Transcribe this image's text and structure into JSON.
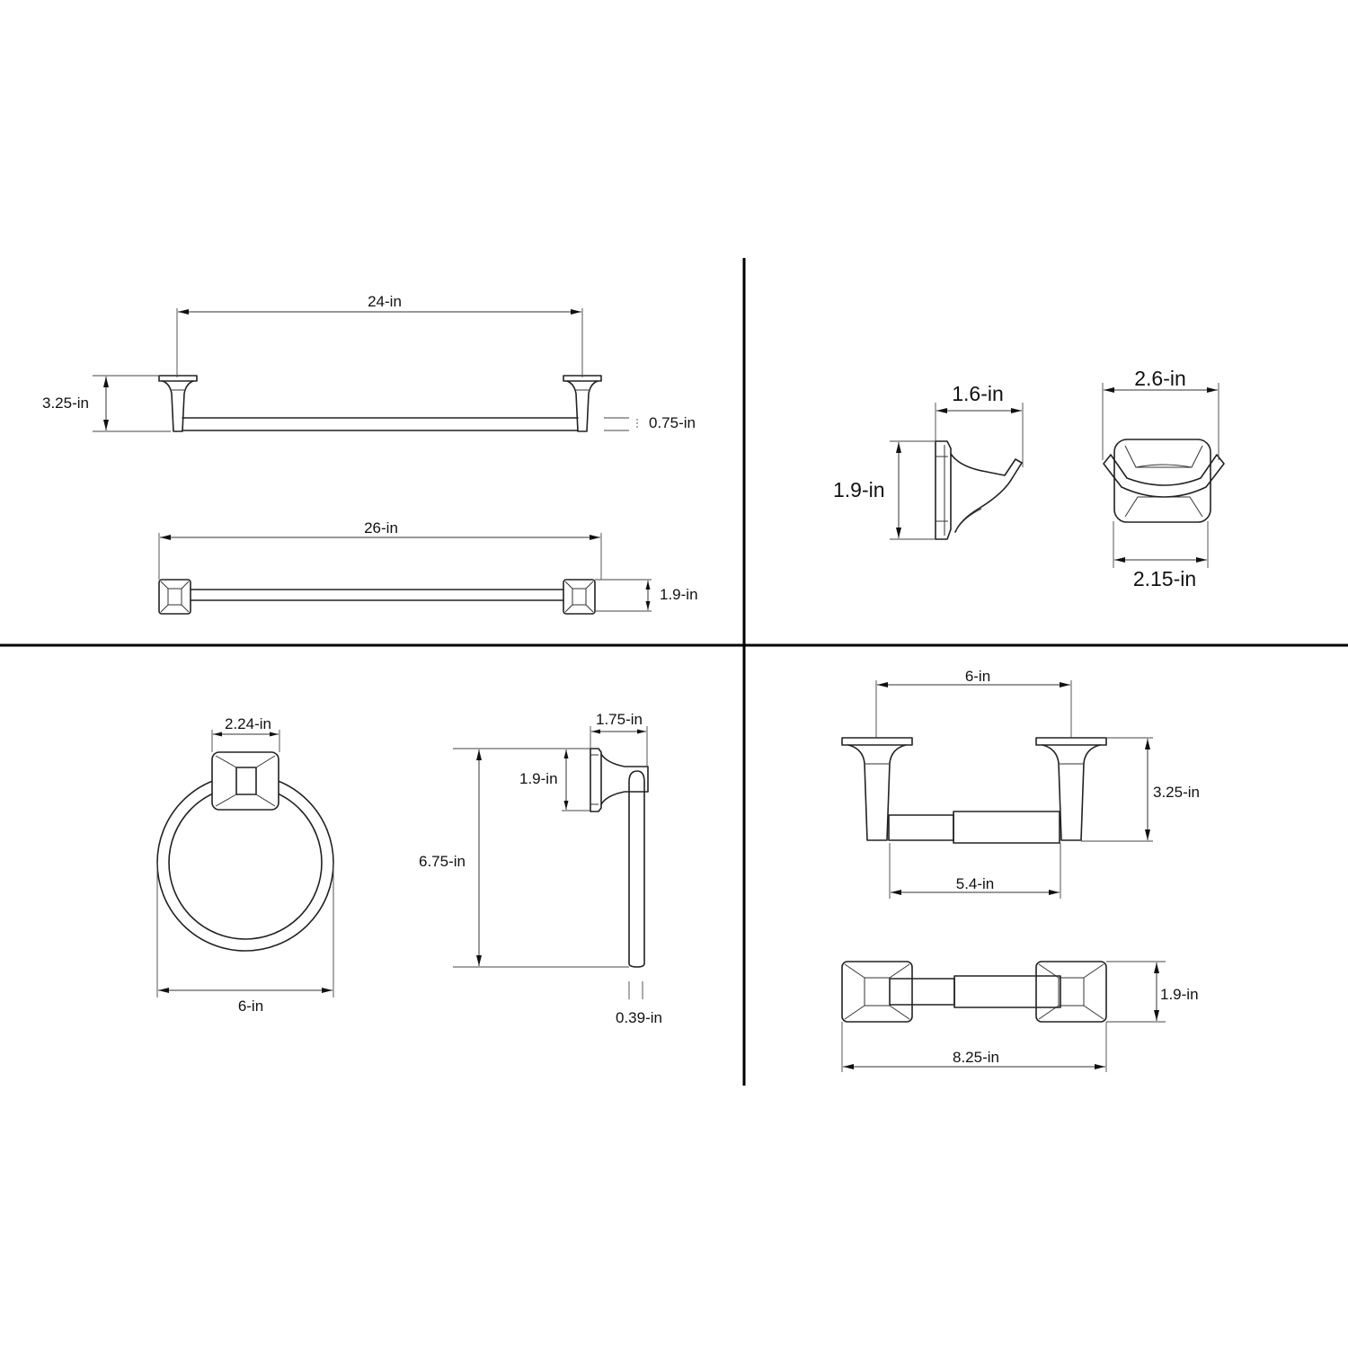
{
  "diagram": {
    "title": "Bathroom hardware set dimension drawing",
    "background": "#ffffff",
    "line_color": "#222222",
    "panels": {
      "towel_bar": {
        "front_view": {
          "width_label": "24-in",
          "height_label": "3.25-in",
          "bar_diameter_label": "0.75-in"
        },
        "top_view": {
          "width_label": "26-in",
          "depth_label": "1.9-in"
        }
      },
      "robe_hook": {
        "side_view": {
          "projection_label": "1.6-in",
          "height_label": "1.9-in"
        },
        "front_view": {
          "top_width_label": "2.6-in",
          "base_width_label": "2.15-in"
        }
      },
      "towel_ring": {
        "front_view": {
          "mount_width_label": "2.24-in",
          "ring_width_label": "6-in"
        },
        "side_view": {
          "projection_label": "1.75-in",
          "mount_height_label": "1.9-in",
          "overall_height_label": "6.75-in",
          "ring_thickness_label": "0.39-in"
        }
      },
      "toilet_paper_holder": {
        "front_view": {
          "post_spacing_label": "6-in",
          "height_label": "3.25-in",
          "roller_length_label": "5.4-in"
        },
        "top_view": {
          "depth_label": "1.9-in",
          "overall_width_label": "8.25-in"
        }
      }
    }
  }
}
